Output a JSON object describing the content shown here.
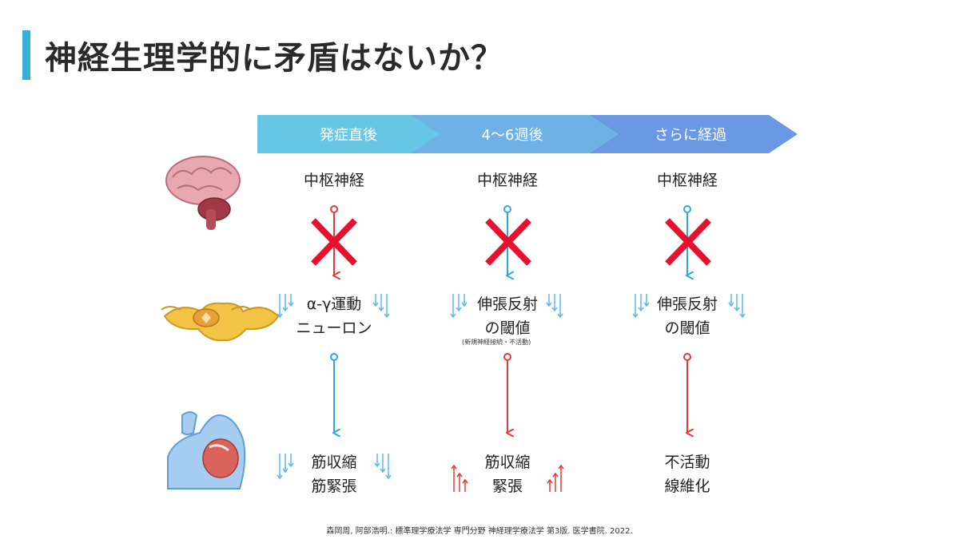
{
  "title": "神経生理学的に矛盾はないか？",
  "phases": [
    "発症直後",
    "4〜6週後",
    "さらに経過"
  ],
  "columns": [
    {
      "top": "中枢神経",
      "mid": [
        "α-γ運動",
        "ニューロン"
      ],
      "mid_note": "",
      "bottom": [
        "筋収縮",
        "筋緊張"
      ]
    },
    {
      "top": "中枢神経",
      "mid": [
        "伸張反射",
        "の閾値"
      ],
      "mid_note": "(新規神経接続・不活動)",
      "bottom": [
        "筋収縮",
        "緊張"
      ]
    },
    {
      "top": "中枢神経",
      "mid": [
        "伸張反射",
        "の閾値"
      ],
      "mid_note": "",
      "bottom": [
        "不活動",
        "線維化"
      ]
    }
  ],
  "citation": "森岡周, 阿部浩明.: 標準理学療法学 専門分野 神経理学療法学 第3版. 医学書院. 2022.",
  "colors": {
    "accent": "#35b1d9",
    "blue_arrow": "#2ea6e6",
    "red_arrow": "#e53935",
    "cross": "#e8112d",
    "small_down_arrow": "#5db8ee",
    "small_up_arrow": "#e53935"
  },
  "icons": [
    "brain-icon",
    "spinal-cord-icon",
    "shoulder-muscle-icon",
    "cross-mark-icon"
  ]
}
